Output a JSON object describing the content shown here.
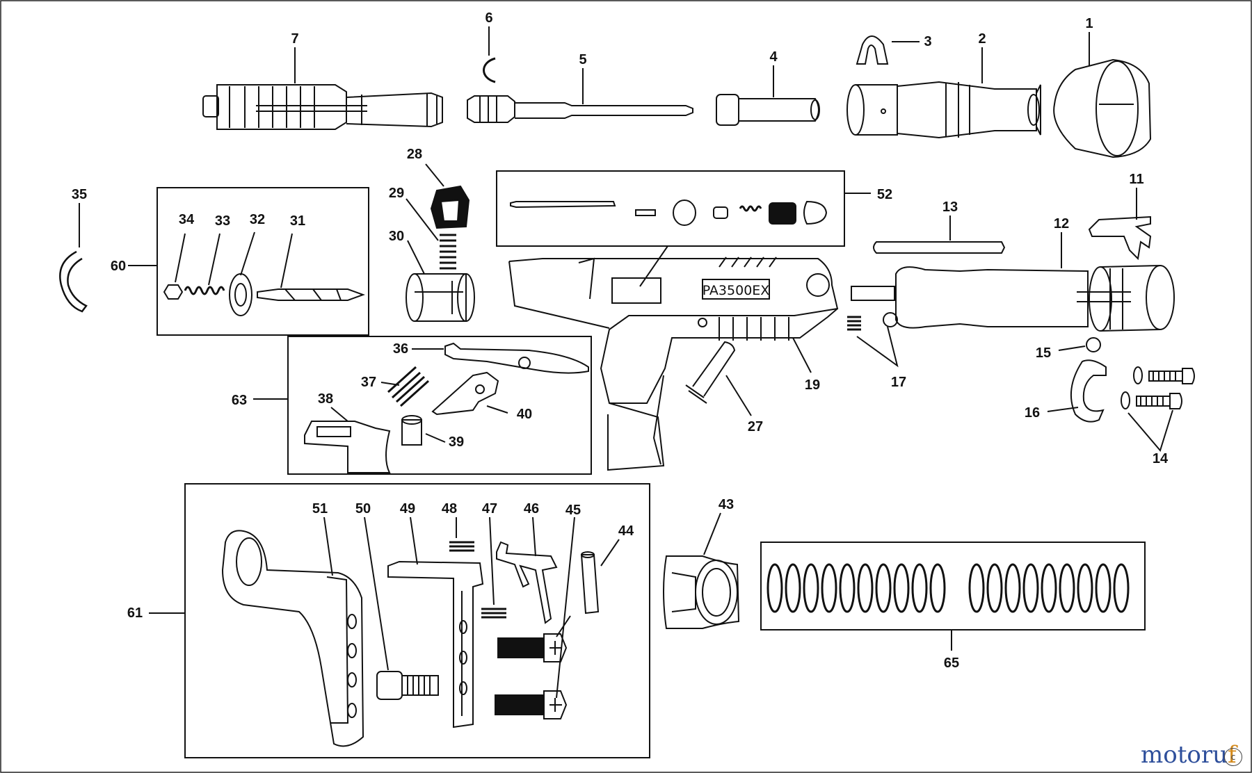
{
  "model_label": "PA3500EX",
  "callouts": {
    "n1": "1",
    "n2": "2",
    "n3": "3",
    "n4": "4",
    "n5": "5",
    "n6": "6",
    "n7": "7",
    "n11": "11",
    "n12": "12",
    "n13": "13",
    "n14": "14",
    "n15": "15",
    "n16": "16",
    "n17": "17",
    "n19": "19",
    "n27": "27",
    "n28": "28",
    "n29": "29",
    "n30": "30",
    "n31": "31",
    "n32": "32",
    "n33": "33",
    "n34": "34",
    "n35": "35",
    "n36": "36",
    "n37": "37",
    "n38": "38",
    "n39": "39",
    "n40": "40",
    "n43": "43",
    "n44": "44",
    "n45": "45",
    "n46": "46",
    "n47": "47",
    "n48": "48",
    "n49": "49",
    "n50": "50",
    "n51": "51",
    "n52": "52",
    "n60": "60",
    "n61": "61",
    "n63": "63",
    "n65": "65"
  },
  "watermark": {
    "part1": "motoru",
    "part2": "f"
  },
  "corner_mark": "c",
  "colors": {
    "line": "#111111",
    "watermark_blue": "#2e4f9b",
    "watermark_orange": "#d48a1c"
  }
}
